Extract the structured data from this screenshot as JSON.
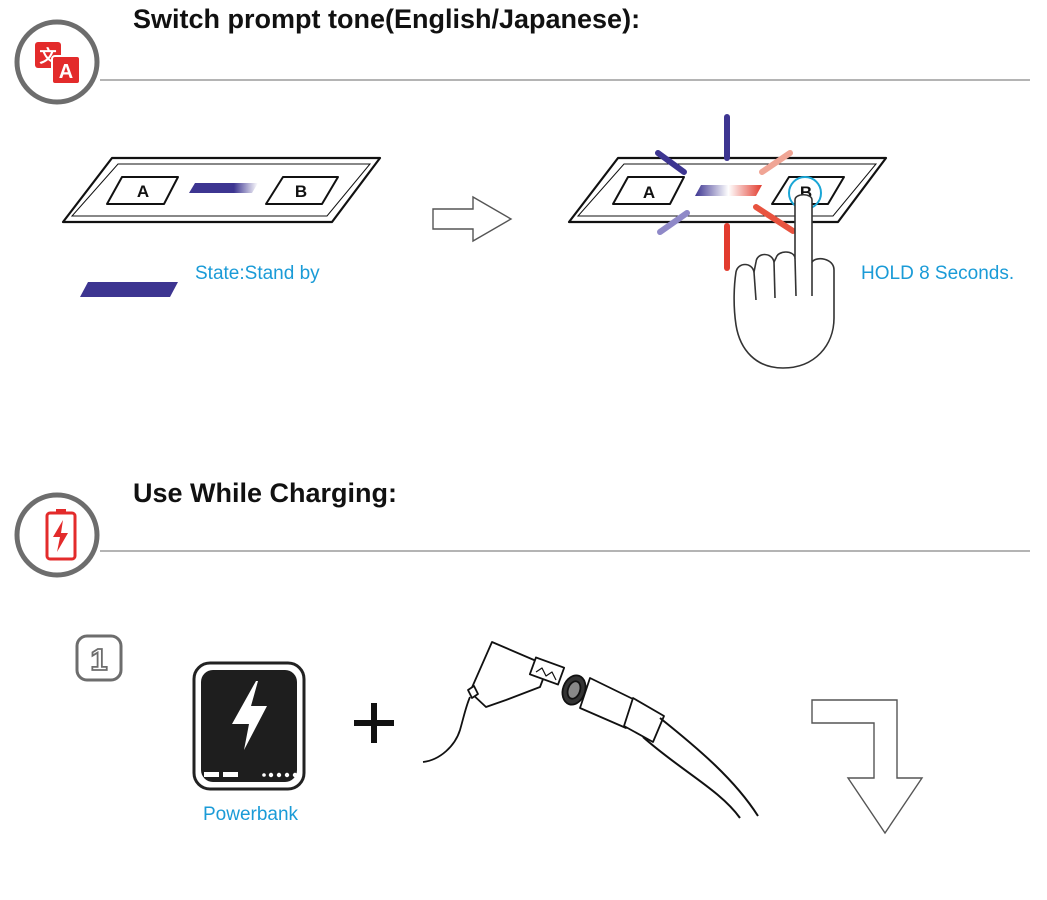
{
  "section1": {
    "title": "Switch prompt tone(English/Japanese):",
    "icon": "translate-icon",
    "panel_before": {
      "button_a": "A",
      "button_b": "B",
      "state_label": "State:Stand by"
    },
    "panel_after": {
      "button_a": "A",
      "button_b": "B",
      "hold_label": "HOLD 8 Seconds."
    }
  },
  "section2": {
    "title": "Use While Charging:",
    "icon": "battery-charging-icon",
    "step_number": "1",
    "powerbank_label": "Powerbank"
  },
  "colors": {
    "accent_red": "#e32b2b",
    "ring_gray": "#6d6d6d",
    "led_blue": "#3d3591",
    "led_red": "#e23b2e",
    "label_blue": "#1a9bd7",
    "highlight_cyan": "#1aa6d6"
  }
}
